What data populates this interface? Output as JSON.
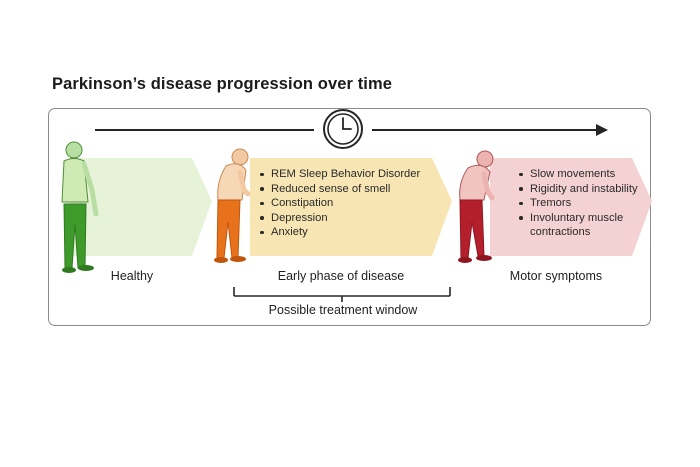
{
  "title": "Parkinson’s disease progression over time",
  "stages": [
    {
      "label": "Healthy",
      "color": "#4ea83a",
      "band_color": "#e6f3d8",
      "symptoms": []
    },
    {
      "label": "Early phase of disease",
      "color": "#e8721c",
      "band_color": "#f7e6b4",
      "symptoms": [
        "REM Sleep Behavior Disorder",
        "Reduced sense of smell",
        "Constipation",
        "Depression",
        "Anxiety"
      ]
    },
    {
      "label": "Motor symptoms",
      "color": "#b3202b",
      "band_color": "#f4d2d3",
      "symptoms": [
        "Slow movements",
        "Rigidity and instability",
        "Tremors",
        "Involuntary muscle contractions"
      ]
    }
  ],
  "treatment_window": "Possible treatment window",
  "icons": {
    "time": "clock-icon",
    "direction": "arrow-right-icon",
    "figures": "elderly-person-figure"
  }
}
